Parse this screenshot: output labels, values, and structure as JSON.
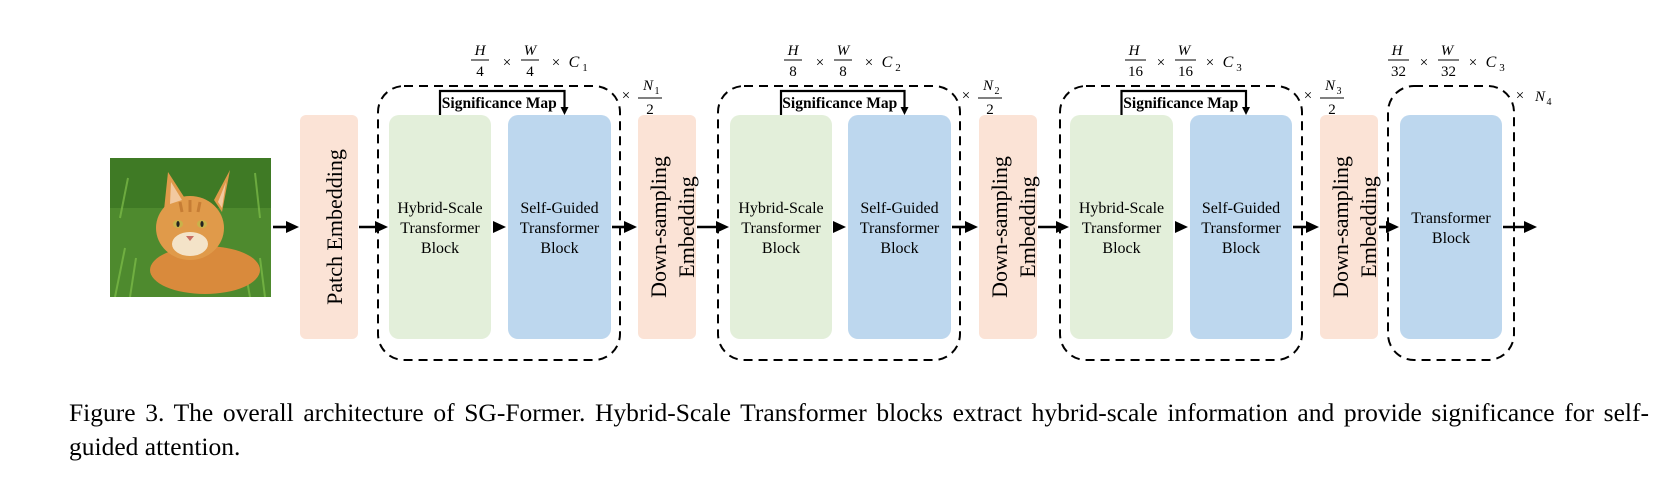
{
  "stages": [
    {
      "dims": {
        "h_den": "4",
        "w_den": "4",
        "c": "C",
        "c_sub": "1"
      },
      "repeat": {
        "n": "N",
        "n_sub": "1",
        "den": "2"
      },
      "map_label": "Significance Map",
      "blocks": [
        {
          "kind": "hybrid",
          "lines": [
            "Hybrid-Scale",
            "Transformer",
            "Block"
          ]
        },
        {
          "kind": "self",
          "lines": [
            "Self-Guided",
            "Transformer",
            "Block"
          ]
        }
      ]
    },
    {
      "dims": {
        "h_den": "8",
        "w_den": "8",
        "c": "C",
        "c_sub": "2"
      },
      "repeat": {
        "n": "N",
        "n_sub": "2",
        "den": "2"
      },
      "map_label": "Significance Map",
      "blocks": [
        {
          "kind": "hybrid",
          "lines": [
            "Hybrid-Scale",
            "Transformer",
            "Block"
          ]
        },
        {
          "kind": "self",
          "lines": [
            "Self-Guided",
            "Transformer",
            "Block"
          ]
        }
      ]
    },
    {
      "dims": {
        "h_den": "16",
        "w_den": "16",
        "c": "C",
        "c_sub": "3"
      },
      "repeat": {
        "n": "N",
        "n_sub": "3",
        "den": "2"
      },
      "map_label": "Significance Map",
      "blocks": [
        {
          "kind": "hybrid",
          "lines": [
            "Hybrid-Scale",
            "Transformer",
            "Block"
          ]
        },
        {
          "kind": "self",
          "lines": [
            "Self-Guided",
            "Transformer",
            "Block"
          ]
        }
      ]
    },
    {
      "dims": {
        "h_den": "32",
        "w_den": "32",
        "c": "C",
        "c_sub": "3"
      },
      "repeat": {
        "n": "N",
        "n_sub": "4",
        "den": ""
      },
      "map_label": "",
      "blocks": [
        {
          "kind": "self",
          "lines": [
            "Transformer",
            "Block"
          ]
        }
      ]
    }
  ],
  "embeddings": [
    {
      "lines": [
        "Patch Embedding"
      ]
    },
    {
      "lines": [
        "Down-sampling",
        "Embedding"
      ]
    },
    {
      "lines": [
        "Down-sampling",
        "Embedding"
      ]
    },
    {
      "lines": [
        "Down-sampling",
        "Embedding"
      ]
    }
  ],
  "symbols": {
    "H": "H",
    "W": "W",
    "times": "×"
  },
  "colors": {
    "embedding": "#fbe3d6",
    "hybrid": "#e3efda",
    "self_guided": "#bdd7ee",
    "arrow": "#000000",
    "border": "#000000"
  },
  "figure": {
    "input_image": "cat-photo"
  },
  "caption": "Figure 3. The overall architecture of SG-Former. Hybrid-Scale Transformer blocks extract hybrid-scale information and provide significance for self-guided attention."
}
